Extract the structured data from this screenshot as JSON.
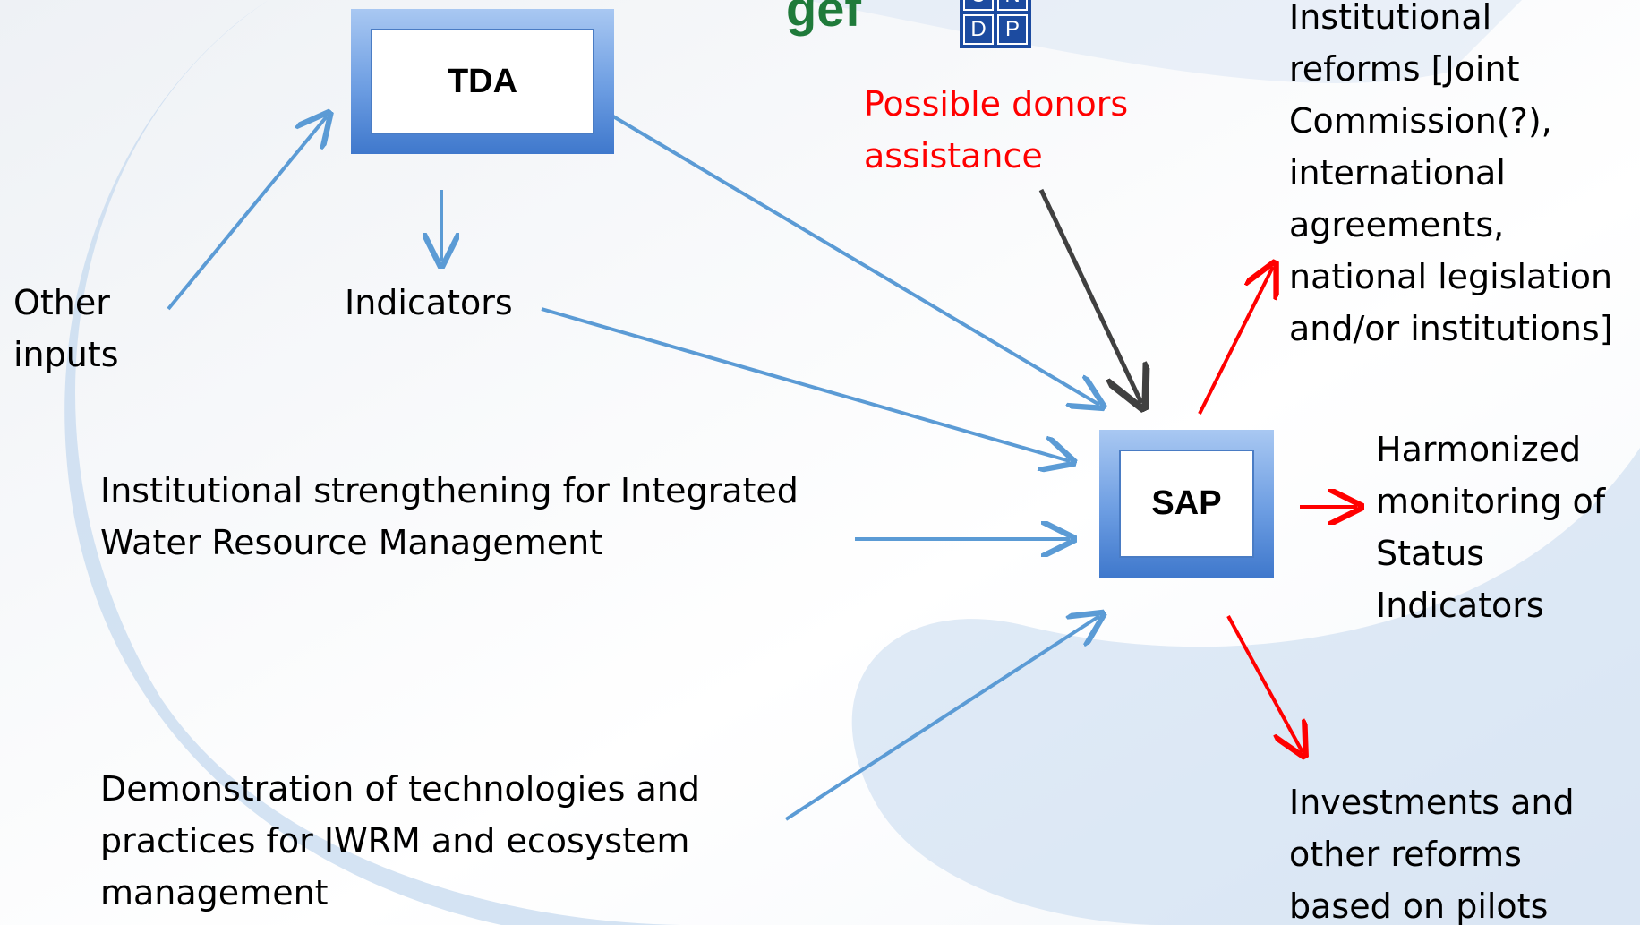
{
  "boxes": {
    "tda": "TDA",
    "sap": "SAP"
  },
  "logos": {
    "gef": "gef",
    "undp_letters": [
      "U",
      "N",
      "D",
      "P"
    ]
  },
  "labels": {
    "other_inputs": "Other\ninputs",
    "indicators": "Indicators",
    "institutional_strengthening": "Institutional strengthening for Integrated\nWater Resource Management",
    "demonstration": "Demonstration of technologies and\npractices for IWRM and ecosystem\nmanagement",
    "possible_donors": "Possible donors\nassistance",
    "institutional_reforms": "Institutional\nreforms [Joint\nCommission(?),\ninternational\nagreements,\nnational legislation\nand/or institutions]",
    "harmonized_monitoring": "Harmonized\nmonitoring of\nStatus\nIndicators",
    "investments": "Investments and\nother reforms\nbased on pilots"
  },
  "colors": {
    "input_arrow": "#5b9bd5",
    "output_arrow": "#ff0000",
    "donor_arrow": "#404040",
    "donor_text": "#ff0000",
    "box_frame": "#5b8fd8",
    "swirl": "#c5d9ef"
  }
}
